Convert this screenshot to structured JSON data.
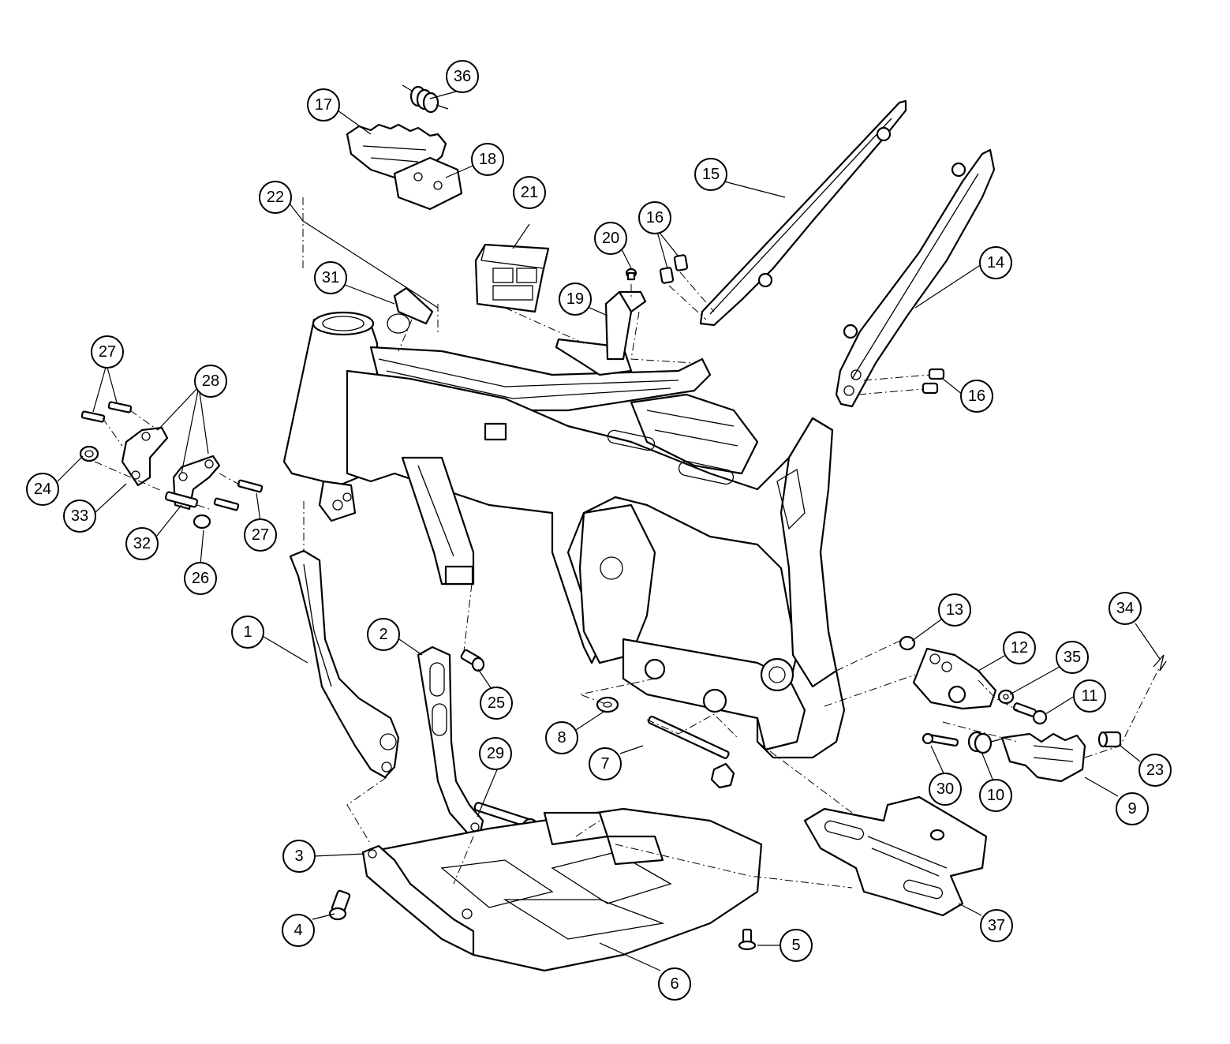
{
  "callouts": [
    {
      "id": "c1",
      "label": "1"
    },
    {
      "id": "c2",
      "label": "2"
    },
    {
      "id": "c3",
      "label": "3"
    },
    {
      "id": "c4",
      "label": "4"
    },
    {
      "id": "c5",
      "label": "5"
    },
    {
      "id": "c6",
      "label": "6"
    },
    {
      "id": "c7",
      "label": "7"
    },
    {
      "id": "c8",
      "label": "8"
    },
    {
      "id": "c9",
      "label": "9"
    },
    {
      "id": "c10",
      "label": "10"
    },
    {
      "id": "c11",
      "label": "11"
    },
    {
      "id": "c12",
      "label": "12"
    },
    {
      "id": "c13",
      "label": "13"
    },
    {
      "id": "c14",
      "label": "14"
    },
    {
      "id": "c15",
      "label": "15"
    },
    {
      "id": "c16a",
      "label": "16"
    },
    {
      "id": "c16b",
      "label": "16"
    },
    {
      "id": "c17",
      "label": "17"
    },
    {
      "id": "c18",
      "label": "18"
    },
    {
      "id": "c19",
      "label": "19"
    },
    {
      "id": "c20",
      "label": "20"
    },
    {
      "id": "c21",
      "label": "21"
    },
    {
      "id": "c22",
      "label": "22"
    },
    {
      "id": "c23",
      "label": "23"
    },
    {
      "id": "c24",
      "label": "24"
    },
    {
      "id": "c25",
      "label": "25"
    },
    {
      "id": "c26",
      "label": "26"
    },
    {
      "id": "c27a",
      "label": "27"
    },
    {
      "id": "c27b",
      "label": "27"
    },
    {
      "id": "c28",
      "label": "28"
    },
    {
      "id": "c29",
      "label": "29"
    },
    {
      "id": "c30",
      "label": "30"
    },
    {
      "id": "c31",
      "label": "31"
    },
    {
      "id": "c32",
      "label": "32"
    },
    {
      "id": "c33",
      "label": "33"
    },
    {
      "id": "c34",
      "label": "34"
    },
    {
      "id": "c35",
      "label": "35"
    },
    {
      "id": "c36",
      "label": "36"
    },
    {
      "id": "c37",
      "label": "37"
    }
  ]
}
